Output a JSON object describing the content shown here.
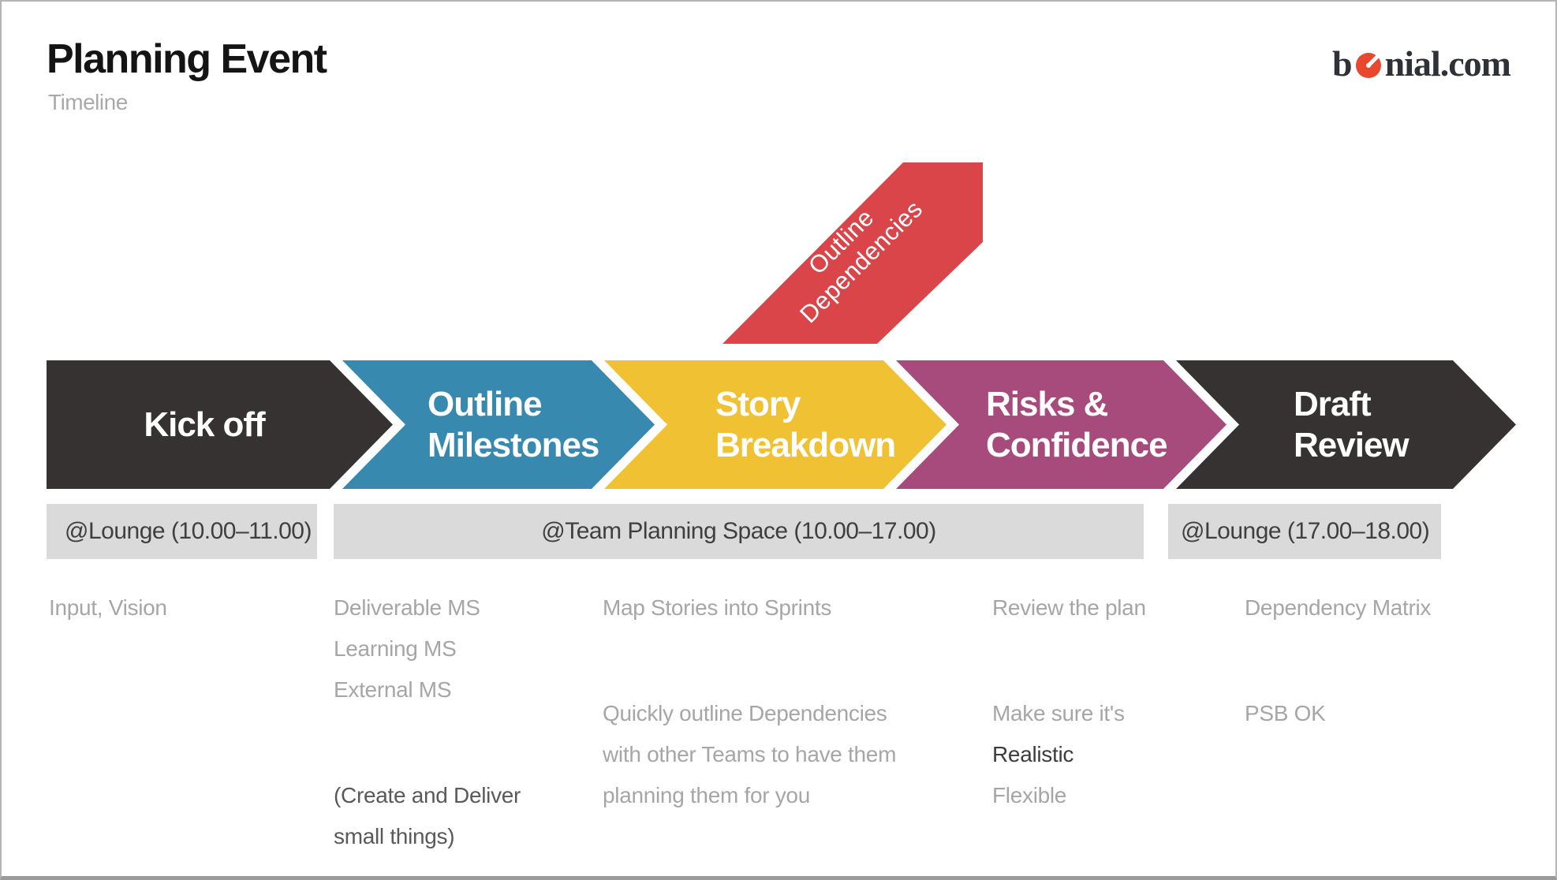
{
  "header": {
    "title": "Planning Event",
    "subtitle": "Timeline",
    "logo": {
      "prefix": "b",
      "suffix": "nial.com",
      "dot_color": "#e9472e",
      "text_color": "#2e3236"
    }
  },
  "ribbon": {
    "line1": "Outline",
    "line2": "Dependencies",
    "color": "#da454a"
  },
  "timeline": {
    "steps": [
      {
        "line1": "Kick off",
        "line2": "",
        "color": "#353231"
      },
      {
        "line1": "Outline",
        "line2": "Milestones",
        "color": "#3889af"
      },
      {
        "line1": "Story",
        "line2": "Breakdown",
        "color": "#f0c233"
      },
      {
        "line1": "Risks &",
        "line2": "Confidence",
        "color": "#a74a7c"
      },
      {
        "line1": "Draft",
        "line2": "Review",
        "color": "#353231"
      }
    ]
  },
  "locations": [
    {
      "text": "@Lounge (10.00–11.00)"
    },
    {
      "text": "@Team Planning Space (10.00–17.00)"
    },
    {
      "text": "@Lounge (17.00–18.00)"
    }
  ],
  "notes": {
    "col1": {
      "p1l1": "Input, Vision"
    },
    "col2": {
      "p1l1": "Deliverable MS",
      "p1l2": "Learning MS",
      "p1l3": "External MS",
      "p2l1": "(Create and Deliver",
      "p2l2": "small things)"
    },
    "col3": {
      "p1l1": "Map Stories into Sprints",
      "p2l1": "Quickly outline Dependencies",
      "p2l2": "with other Teams to have them",
      "p2l3": "planning them for you"
    },
    "col4": {
      "p1l1": "Review the plan",
      "p2l1": "Make sure it's",
      "p2l2": "Realistic",
      "p2l3": "Flexible"
    },
    "col5": {
      "p1l1": "Dependency Matrix",
      "p2l1": "PSB OK"
    }
  }
}
